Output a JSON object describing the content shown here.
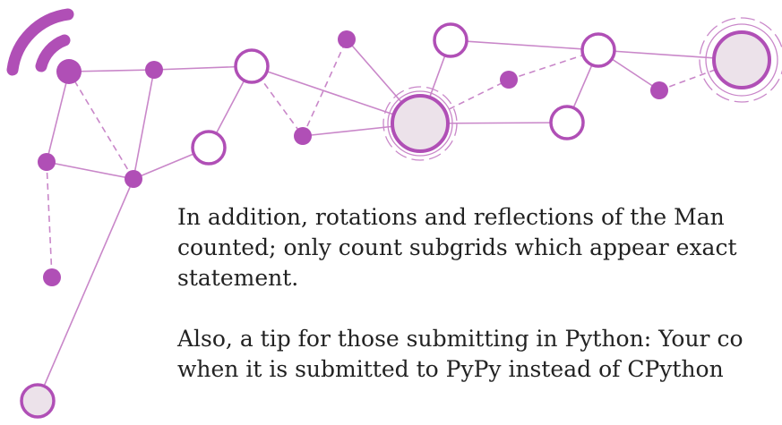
{
  "theme": {
    "accent": "#b04fb6",
    "line_color": "#c987c9",
    "node_fill_light": "#ece2ea",
    "text_color": "#222222",
    "background": "#ffffff"
  },
  "decoration": {
    "icon": "wifi-signal-icon",
    "motif": "network-graph"
  },
  "paragraphs": [
    {
      "lines": [
        "In addition, rotations and reflections of the Man",
        "counted; only count subgrids which appear exact",
        "statement."
      ]
    },
    {
      "lines": [
        "Also, a tip for those submitting in Python: Your co",
        "when it is submitted to PyPy instead of CPython"
      ]
    }
  ]
}
